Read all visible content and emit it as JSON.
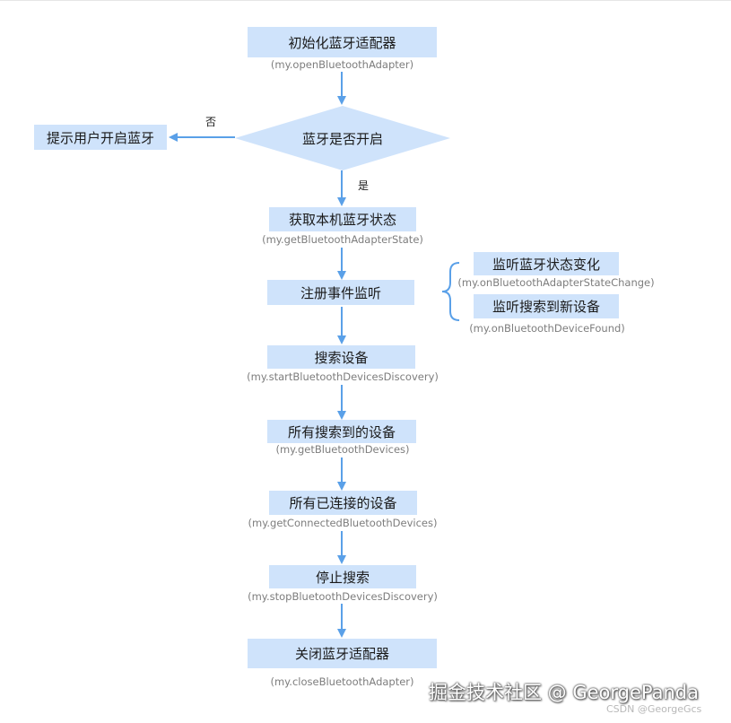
{
  "nodes": {
    "init_adapter": {
      "label": "初始化蓝牙适配器",
      "api": "(my.openBluetoothAdapter)"
    },
    "bt_on_decision": {
      "label": "蓝牙是否开启"
    },
    "prompt_user": {
      "label": "提示用户开启蓝牙"
    },
    "get_state": {
      "label": "获取本机蓝牙状态",
      "api": "(my.getBluetoothAdapterState)"
    },
    "register_events": {
      "label": "注册事件监听"
    },
    "listen_state_change": {
      "label": "监听蓝牙状态变化",
      "api": "(my.onBluetoothAdapterStateChange)"
    },
    "listen_new_device": {
      "label": "监听搜索到新设备",
      "api": "(my.onBluetoothDeviceFound)"
    },
    "search_devices": {
      "label": "搜索设备",
      "api": "(my.startBluetoothDevicesDiscovery)"
    },
    "all_found_devices": {
      "label": "所有搜索到的设备",
      "api": "(my.getBluetoothDevices)"
    },
    "all_connected_devices": {
      "label": "所有已连接的设备",
      "api": "(my.getConnectedBluetoothDevices)"
    },
    "stop_search": {
      "label": "停止搜索",
      "api": "(my.stopBluetoothDevicesDiscovery)"
    },
    "close_adapter": {
      "label": "关闭蓝牙适配器",
      "api": "(my.closeBluetoothAdapter)"
    }
  },
  "edge_labels": {
    "no": "否",
    "yes": "是"
  },
  "watermark": {
    "text": "掘金技术社区 @ GeorgePanda",
    "credit": "CSDN @GeorgeGcs"
  },
  "colors": {
    "box_fill": "#cfe3fb",
    "arrow": "#5aa0e8",
    "api_text": "#7d7d7d"
  }
}
